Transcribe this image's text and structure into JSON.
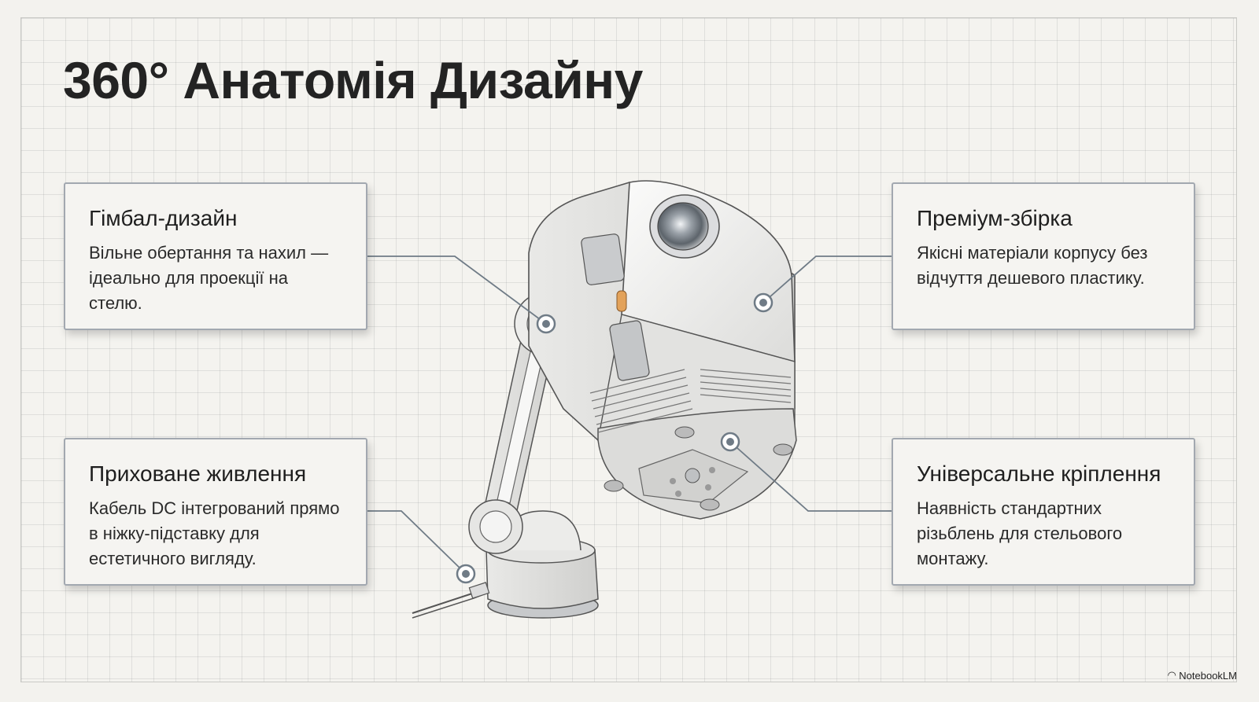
{
  "title": "360° Анатомія Дизайну",
  "cards": [
    {
      "id": "gimbal",
      "heading": "Гімбал-дизайн",
      "text": "Вільне обертання та нахил — ідеально для проекції на стелю."
    },
    {
      "id": "premium",
      "heading": "Преміум-збірка",
      "text": "Якісні матеріали корпусу без відчуття дешевого пластику."
    },
    {
      "id": "power",
      "heading": "Приховане живлення",
      "text": "Кабель DC інтегрований прямо в ніжку-підставку для естетичного вигляду."
    },
    {
      "id": "mount",
      "heading": "Універсальне кріплення",
      "text": "Наявність стандартних різьблень для стельового монтажу."
    }
  ],
  "branding": {
    "logo_icon": "notebooklm-icon",
    "label": "NotebookLM"
  },
  "colors": {
    "background": "#f4f3ef",
    "grid": "#c8c8c4",
    "card_border": "#a2a8b0",
    "leader_line": "#6f7b86",
    "accent_orange": "#e3a25a"
  }
}
